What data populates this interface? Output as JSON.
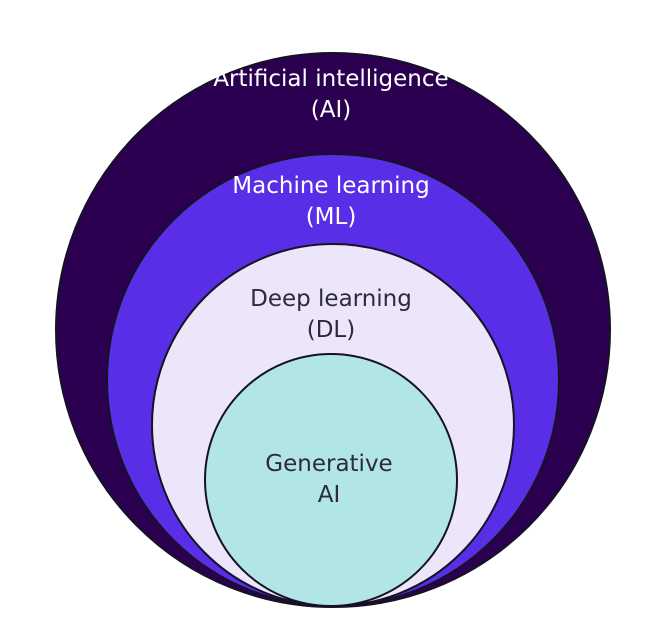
{
  "diagram": {
    "type": "nested-circles",
    "circles": [
      {
        "id": "ai",
        "line1": "Artificial intelligence",
        "line2": "(AI)",
        "fill": "#2c0050",
        "text_color": "#ffffff"
      },
      {
        "id": "ml",
        "line1": "Machine learning",
        "line2": "(ML)",
        "fill": "#5a2de6",
        "text_color": "#ffffff"
      },
      {
        "id": "dl",
        "line1": "Deep learning",
        "line2": "(DL)",
        "fill": "#ede6fa",
        "text_color": "#2b2b3a"
      },
      {
        "id": "genai",
        "line1": "Generative",
        "line2": "AI",
        "fill": "#b2e6e6",
        "text_color": "#2b2b3a"
      }
    ],
    "stroke_color": "#161225"
  }
}
